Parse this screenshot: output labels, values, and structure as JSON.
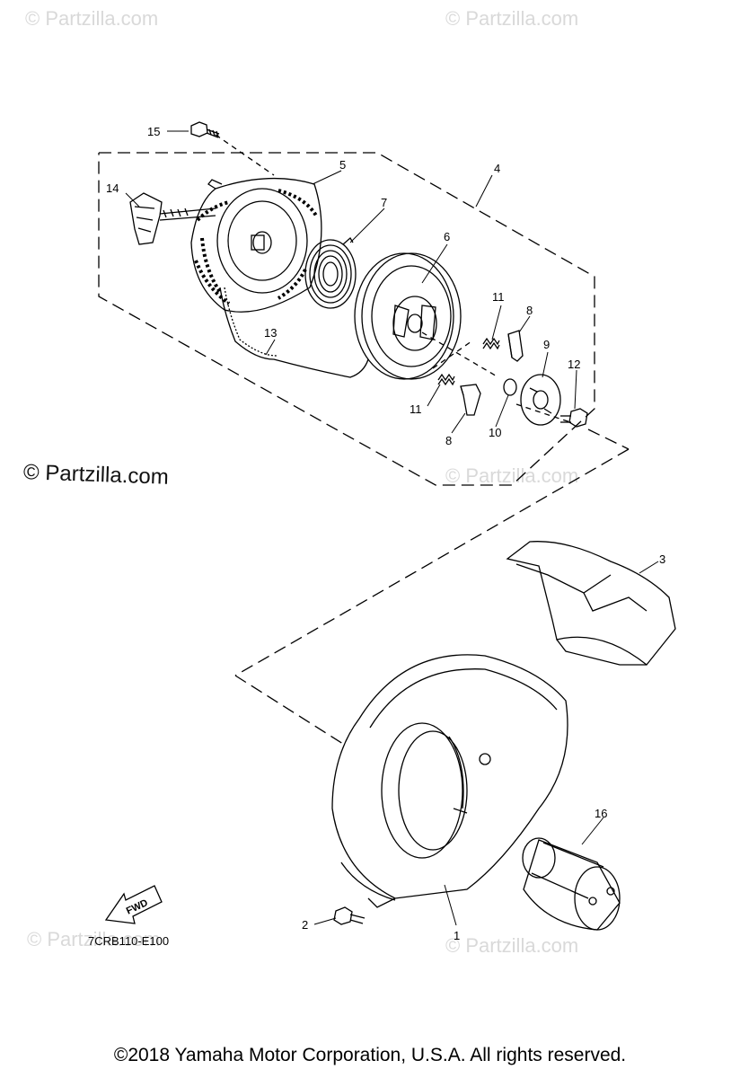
{
  "watermarks": {
    "top_left": "© Partzilla.com",
    "top_right": "© Partzilla.com",
    "mid_left": "© Partzilla.com",
    "mid_right": "© Partzilla.com",
    "bottom_left": "© Partzilla.com",
    "bottom_right": "© Partzilla.com"
  },
  "diagram_code": "7CRB110-E100",
  "fwd_label": "FWD",
  "callouts": {
    "c1": "1",
    "c2": "2",
    "c3": "3",
    "c4": "4",
    "c5": "5",
    "c6": "6",
    "c7": "7",
    "c8a": "8",
    "c8b": "8",
    "c9": "9",
    "c10": "10",
    "c11a": "11",
    "c11b": "11",
    "c12": "12",
    "c13": "13",
    "c14": "14",
    "c15": "15",
    "c16": "16"
  },
  "copyright": "©2018  Yamaha Motor Corporation, U.S.A. All rights reserved."
}
